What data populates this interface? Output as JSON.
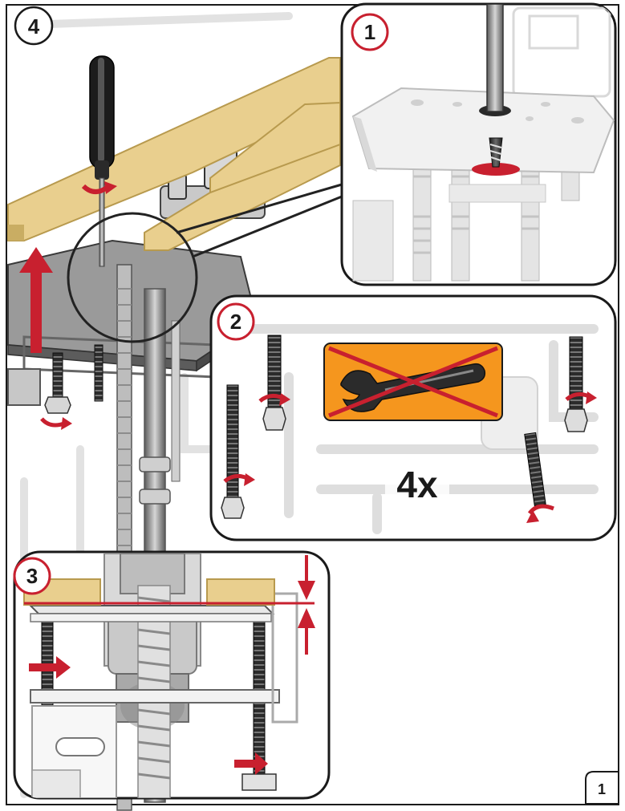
{
  "steps": {
    "main": "4",
    "inset_top_right": "1",
    "inset_middle": "2",
    "inset_bottom_left": "3"
  },
  "quantity_label": "4x",
  "page_number": "1",
  "colors": {
    "wood": "#e9cf8e",
    "wood_edge": "#b89a4e",
    "arrow_red": "#c8202f",
    "wrench_bg": "#f5961e",
    "metal_dark": "#2a2a2a",
    "metal_mid": "#8a8a8a",
    "metal_light": "#d8d8d8",
    "frame": "#3a3a3a"
  }
}
